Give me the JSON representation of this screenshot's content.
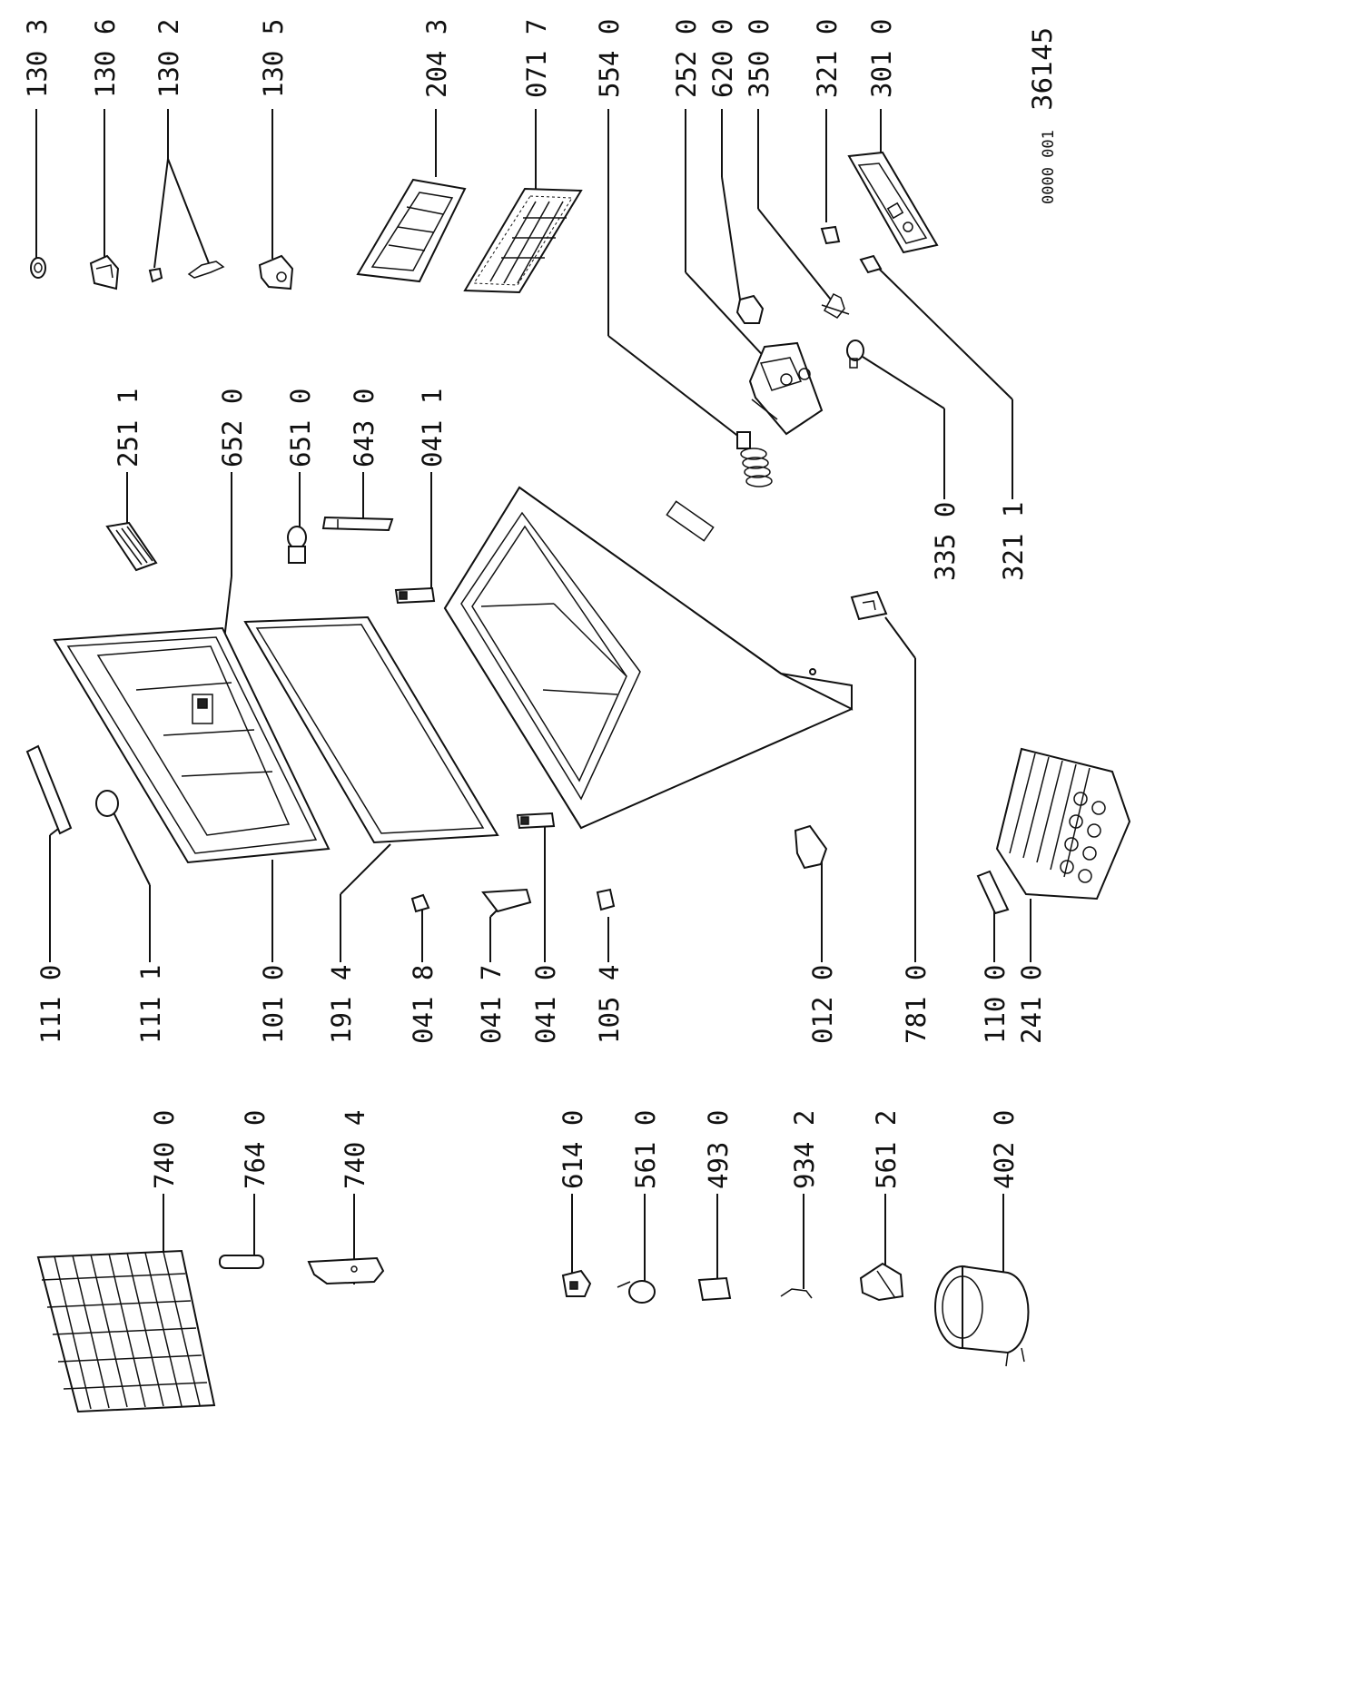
{
  "document": {
    "code_prefix": "0000 001",
    "code_number": "36145"
  },
  "callouts": [
    "130 3",
    "130 6",
    "130 2",
    "130 5",
    "204 3",
    "071 7",
    "554 0",
    "252 0",
    "620 0",
    "350 0",
    "321 0",
    "301 0",
    "251 1",
    "652 0",
    "651 0",
    "643 0",
    "041 1",
    "335 0",
    "321 1",
    "111 0",
    "111 1",
    "101 0",
    "191 4",
    "041 8",
    "041 7",
    "041 0",
    "105 4",
    "012 0",
    "781 0",
    "110 0",
    "241 0",
    "740 0",
    "764 0",
    "740 4",
    "614 0",
    "561 0",
    "493 0",
    "934 2",
    "561 2",
    "402 0"
  ]
}
